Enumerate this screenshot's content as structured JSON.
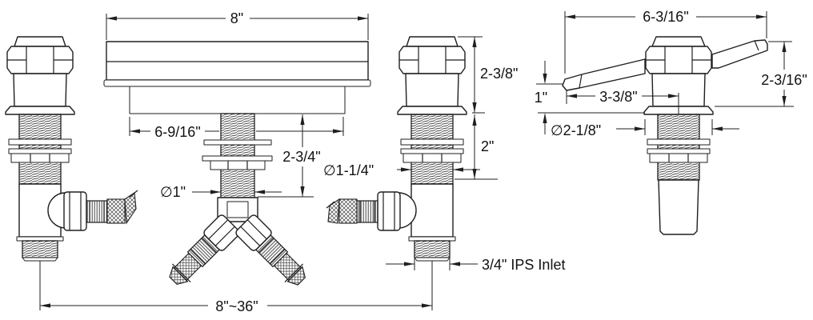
{
  "figure": {
    "type": "technical-drawing",
    "subject": "Widespread faucet dimension drawing: two valve shanks, 8\" spout with Y-inlet hoses, and lever-handle valve",
    "line_color": "#1f1f1f",
    "background": "#ffffff"
  },
  "dims": {
    "spout_width": "8\"",
    "spout_base_length": "6-9/16\"",
    "spout_shank_length": "2-3/4\"",
    "spout_shank_diameter": "∅1\"",
    "valve_body_height": "2-3/8\"",
    "valve_shank_length": "2\"",
    "valve_shank_diameter": "∅1-1/4\"",
    "inlet_label": "3/4\" IPS Inlet",
    "valve_spread": "8\"~36\"",
    "handle_span": "6-3/16\"",
    "handle_height": "2-3/16\"",
    "handle_tip_rise": "1\"",
    "handle_reach": "3-3/8\"",
    "flange_diameter": "∅2-1/8\""
  }
}
